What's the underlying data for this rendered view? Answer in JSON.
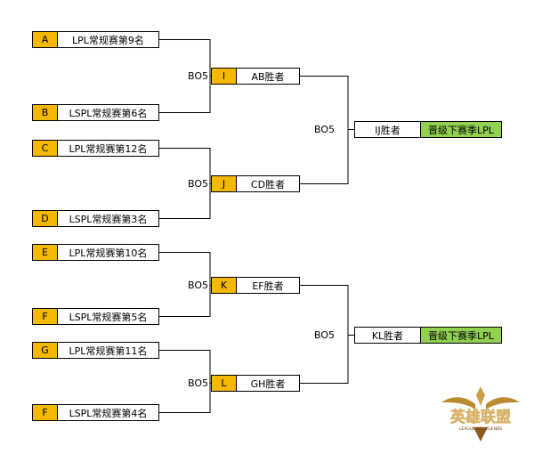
{
  "teams": [
    {
      "code": "A",
      "label": "LPL常规赛第9名"
    },
    {
      "code": "B",
      "label": "LSPL常规赛第6名"
    },
    {
      "code": "C",
      "label": "LPL常规赛第12名"
    },
    {
      "code": "D",
      "label": "LSPL常规赛第3名"
    },
    {
      "code": "E",
      "label": "LPL常规赛第10名"
    },
    {
      "code": "F",
      "label": "LSPL常规赛第5名"
    },
    {
      "code": "G",
      "label": "LPL常规赛第11名"
    },
    {
      "code": "F",
      "label": "LSPL常规赛第4名"
    }
  ],
  "round1": [
    {
      "code": "I",
      "label": "AB胜者",
      "format": "BO5"
    },
    {
      "code": "J",
      "label": "CD胜者",
      "format": "BO5"
    },
    {
      "code": "K",
      "label": "EF胜者",
      "format": "BO5"
    },
    {
      "code": "L",
      "label": "GH胜者",
      "format": "BO5"
    }
  ],
  "round2": [
    {
      "label": "IJ胜者",
      "format": "BO5",
      "result": "晋级下赛季LPL"
    },
    {
      "label": "KL胜者",
      "format": "BO5",
      "result": "晋级下赛季LPL"
    }
  ],
  "logo": {
    "title": "英雄联盟",
    "subtitle": "LEAGUE OF LEGENDS"
  },
  "colors": {
    "code_fill": "#f5b800",
    "advance_fill": "#92d050",
    "line": "#000000"
  }
}
